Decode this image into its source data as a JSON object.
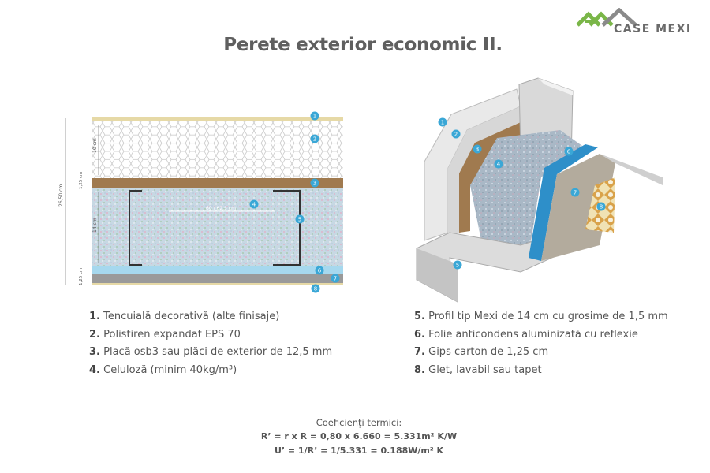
{
  "title": "Perete exterior economic II.",
  "logo": {
    "text": "CASE MEXI",
    "colors": {
      "green": "#7ab648",
      "dark": "#6a6a6a"
    }
  },
  "section_diagram": {
    "dimensions": {
      "total": "26,50 cm",
      "osb": "1,25 cm",
      "eps": "10 cm",
      "profile": "14 cm",
      "gips": "1,25 cm",
      "spacing": "60 / 62,5 cm"
    },
    "markers": [
      "1",
      "2",
      "3",
      "4",
      "5",
      "6",
      "7",
      "8"
    ]
  },
  "legend_left": [
    {
      "num": "1.",
      "text": "Tencuială decorativă (alte finisaje)"
    },
    {
      "num": "2.",
      "text": "Polistiren expandat EPS 70"
    },
    {
      "num": "3.",
      "text": "Placă osb3 sau plăci de exterior de 12,5 mm"
    },
    {
      "num": "4.",
      "text": "Celuloză (minim 40kg/m³)"
    }
  ],
  "legend_right": [
    {
      "num": "5.",
      "text": "Profil tip Mexi de 14 cm cu grosime de 1,5 mm"
    },
    {
      "num": "6.",
      "text": "Folie anticondens aluminizată cu reflexie"
    },
    {
      "num": "7.",
      "text": "Gips carton de 1,25 cm"
    },
    {
      "num": "8.",
      "text": "Glet, lavabil sau tapet"
    }
  ],
  "coefficients": {
    "label": "Coeficienţi termici:",
    "r": "R’  = r x R = 0,80 x 6.660 = 5.331m² K/W",
    "u": "U’  = 1/R’  = 1/5.331 = 0.188W/m² K"
  },
  "colors": {
    "marker": "#3aa7d6",
    "osb": "#a07a4f",
    "foil": "#a6d8ee",
    "gips": "#9a9a9a",
    "plaster": "#e6d9a6"
  }
}
